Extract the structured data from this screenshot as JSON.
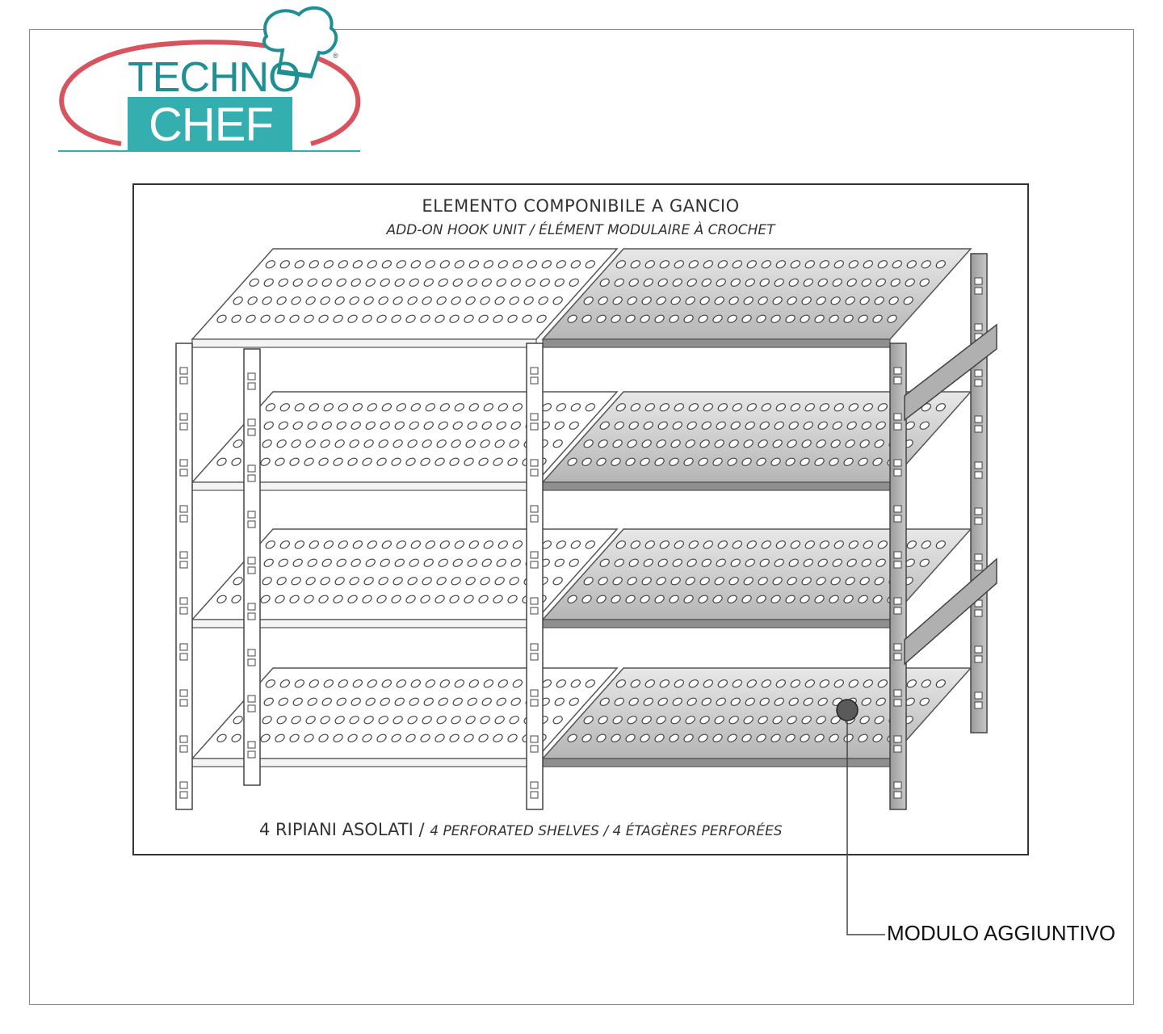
{
  "brand": {
    "line1": "TECHNO",
    "line2": "CHEF",
    "registered_mark": "®",
    "colors": {
      "teal_dark": "#1f8f93",
      "teal_box": "#35aeb0",
      "arc_red": "#d9535e"
    },
    "icon": "chef-hat-icon"
  },
  "drawing": {
    "title": "ELEMENTO COMPONIBILE A GANCIO",
    "subtitle": "ADD-ON HOOK UNIT / ÉLÉMENT MODULAIRE À CROCHET",
    "caption_main": "4 RIPIANI ASOLATI / ",
    "caption_italic": "4 PERFORATED SHELVES / 4 ÉTAGÈRES PERFORÉES",
    "shelf_count": 4
  },
  "callout": {
    "label": "MODULO AGGIUNTIVO"
  }
}
